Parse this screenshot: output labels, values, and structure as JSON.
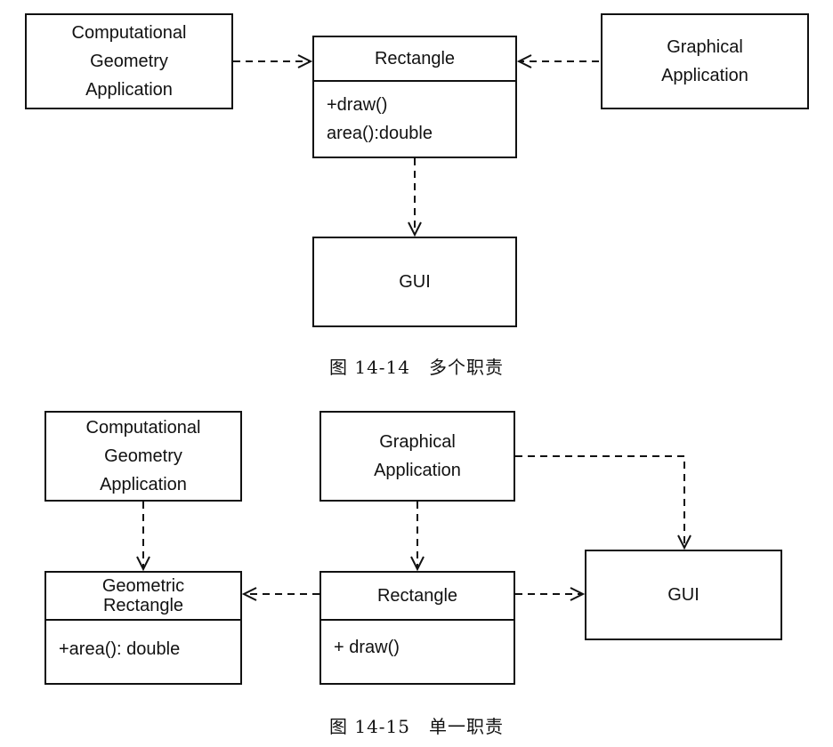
{
  "fig1": {
    "computational": "Computational\nGeometry\nApplication",
    "graphical": "Graphical\nApplication",
    "rectangle": {
      "name": "Rectangle",
      "ops": [
        "+draw()",
        "area():double"
      ]
    },
    "gui": "GUI",
    "caption": "图 14-14　多个职责"
  },
  "fig2": {
    "computational": "Computational\nGeometry\nApplication",
    "graphical": "Graphical\nApplication",
    "geometric_rectangle": {
      "name": "Geometric\nRectangle",
      "ops": [
        "+area(): double"
      ]
    },
    "rectangle": {
      "name": "Rectangle",
      "ops": [
        "+ draw()"
      ]
    },
    "gui": "GUI",
    "caption": "图 14-15　单一职责"
  }
}
